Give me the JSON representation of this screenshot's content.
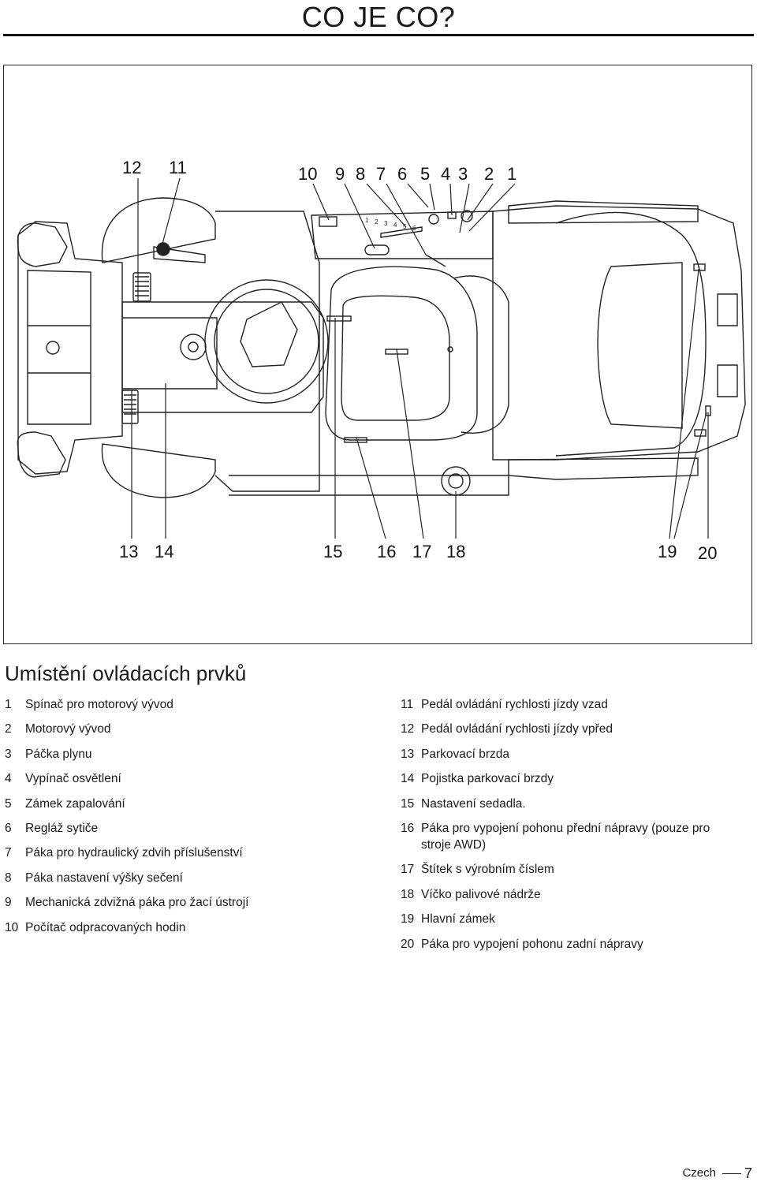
{
  "page": {
    "title": "CO JE CO?",
    "footer_language": "Czech",
    "footer_page": "7"
  },
  "figure": {
    "callouts_top": [
      "12",
      "11",
      "10",
      "9",
      "8",
      "7",
      "6",
      "5",
      "4",
      "3",
      "2",
      "1"
    ],
    "callouts_bottom": [
      "13",
      "14",
      "15",
      "16",
      "17",
      "18",
      "19",
      "20"
    ],
    "gear_marks": [
      "1",
      "2",
      "3",
      "4",
      "5",
      "6"
    ]
  },
  "section": {
    "title": "Umístění ovládacích prvků"
  },
  "legend_left": [
    {
      "num": "1",
      "text": "Spínač pro motorový vývod"
    },
    {
      "num": "2",
      "text": "Motorový vývod"
    },
    {
      "num": "3",
      "text": "Páčka plynu"
    },
    {
      "num": "4",
      "text": "Vypínač osvětlení"
    },
    {
      "num": "5",
      "text": " Zámek zapalování"
    },
    {
      "num": "6",
      "text": "Regláž sytiče"
    },
    {
      "num": "7",
      "text": "Páka pro hydraulický zdvih příslušenství"
    },
    {
      "num": "8",
      "text": "Páka nastavení výšky sečení"
    },
    {
      "num": "9",
      "text": "Mechanická zdvižná páka pro žací ústrojí"
    },
    {
      "num": "10",
      "text": "Počítač odpracovaných hodin"
    }
  ],
  "legend_right": [
    {
      "num": "11",
      "text": "Pedál ovládání rychlosti jízdy vzad"
    },
    {
      "num": "12",
      "text": "Pedál ovládání rychlosti jízdy vpřed"
    },
    {
      "num": "13",
      "text": "Parkovací brzda"
    },
    {
      "num": "14",
      "text": "Pojistka parkovací brzdy"
    },
    {
      "num": "15",
      "text": "Nastavení sedadla."
    },
    {
      "num": "16",
      "text": "Páka pro vypojení pohonu přední nápravy (pouze pro stroje AWD)"
    },
    {
      "num": "17",
      "text": "Štítek s výrobním číslem"
    },
    {
      "num": "18",
      "text": "Víčko palivové nádrže"
    },
    {
      "num": "19",
      "text": "Hlavní zámek"
    },
    {
      "num": "20",
      "text": "Páka pro vypojení pohonu zadní nápravy"
    }
  ]
}
